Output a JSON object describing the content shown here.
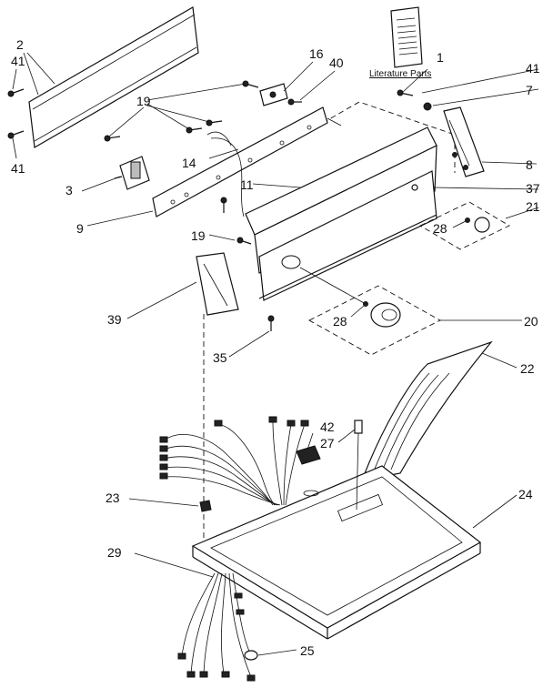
{
  "labels": {
    "l1": "1",
    "l2": "2",
    "l3": "3",
    "l7": "7",
    "l8": "8",
    "l9": "9",
    "l11": "11",
    "l14": "14",
    "l16": "16",
    "l19a": "19",
    "l19b": "19",
    "l20": "20",
    "l21": "21",
    "l22": "22",
    "l23": "23",
    "l24": "24",
    "l25": "25",
    "l27": "27",
    "l28a": "28",
    "l28b": "28",
    "l29": "29",
    "l35": "35",
    "l37": "37",
    "l39": "39",
    "l40": "40",
    "l41a": "41",
    "l41b": "41",
    "l41c": "41",
    "l42": "42"
  },
  "literature": "Literature Parts"
}
